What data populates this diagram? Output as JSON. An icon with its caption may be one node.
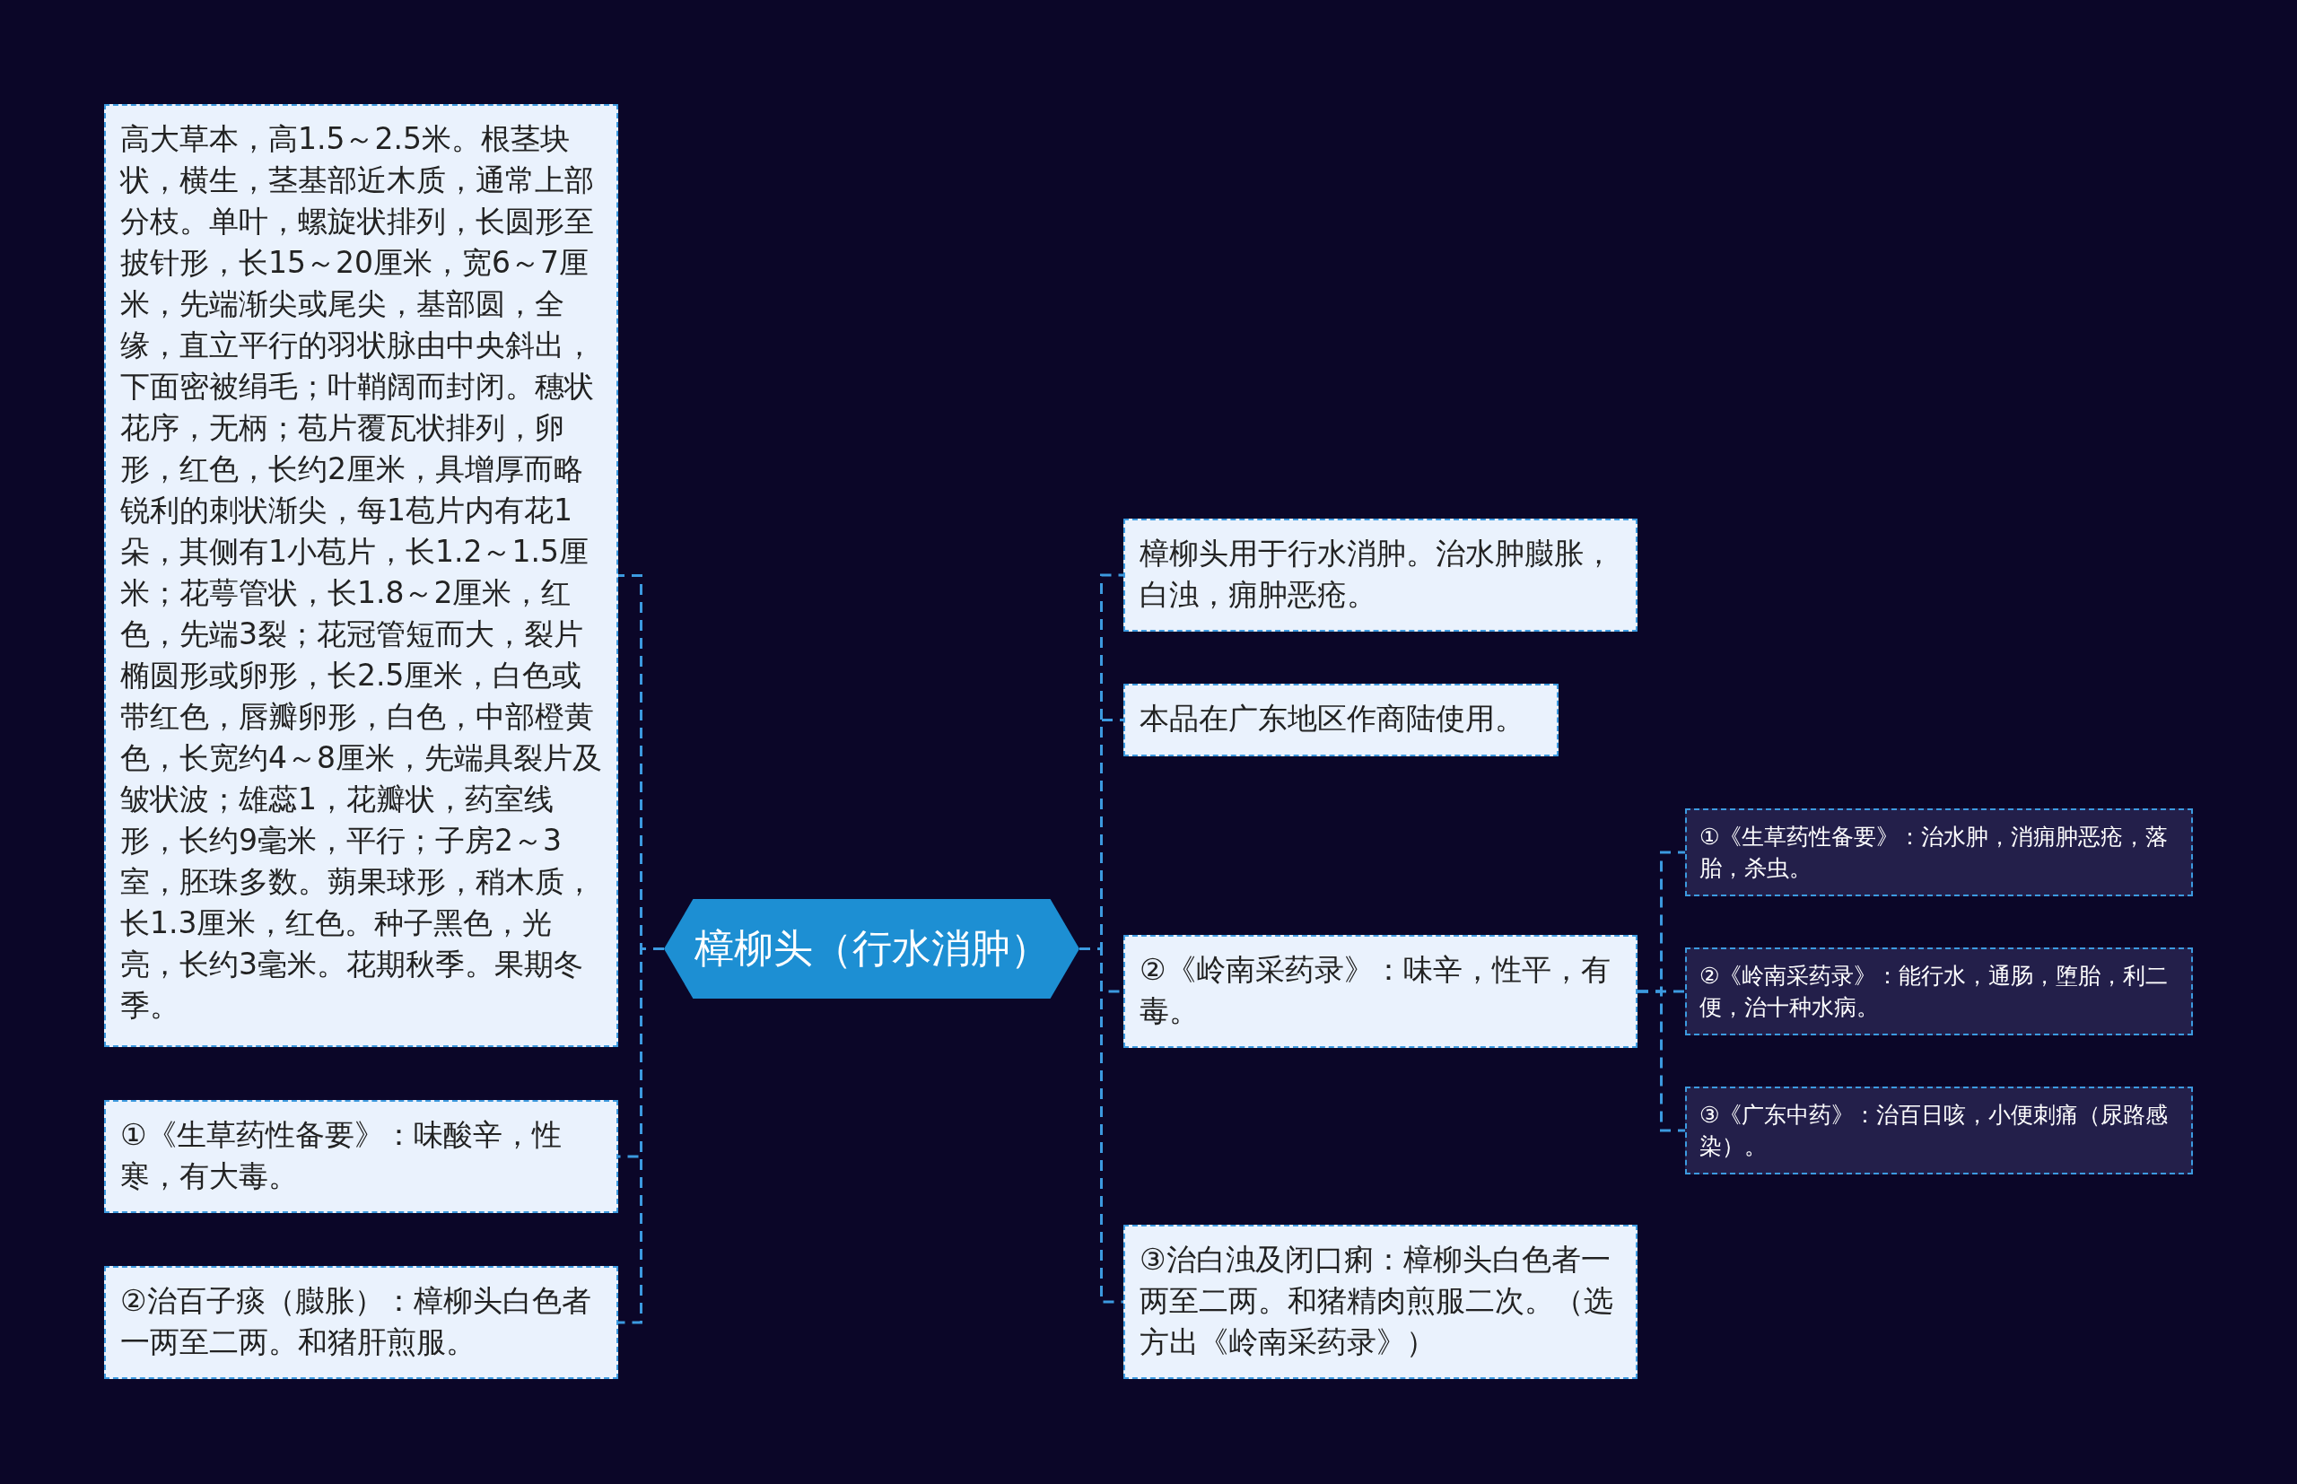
{
  "diagram": {
    "nodes": [
      {
        "text": [
          "樟柳头（行水消肿）"
        ]
      },
      {
        "text": [
          "高大草本，高1.5～2.5米。根茎块状，横生，茎基部近木质，通常上部分枝。单叶，螺旋状排列，长圆形至披针形，长15～20厘米，宽6～7厘米，先端渐尖或尾尖，基部圆，全缘，直立平行的羽状脉由中央斜出，下面密被绢毛；叶鞘阔而封闭。穗状花序，无柄；苞片覆瓦状排列，卵形，红色，长约2厘米，具增厚而略锐利的刺状渐尖，每1苞片内有花1朵，其侧有1小苞片，长1.2～1.5厘米；花萼管状，长1.8～2厘米，红色，先端3裂；花冠管短而大，裂片椭圆形或卵形，长2.5厘米，白色或带红色，唇瓣卵形，白色，中部橙黄色，长宽约4～8厘米，先端具裂片及皱状波；雄蕊1，花瓣状，药室线形，长约9毫米，平行；子房2～3室，胚珠多数。蒴果球形，稍木质，长1.3厘米，红色。种子黑色，光亮，长约3毫米。花期秋季。果期冬季。"
        ]
      },
      {
        "text": [
          "①《生草药性备要》：味酸辛，性寒，有大毒。"
        ]
      },
      {
        "text": [
          "②治百子痰（臌胀）：樟柳头白色者一两至二两。和猪肝煎服。"
        ]
      },
      {
        "text": [
          "樟柳头用于行水消肿。治水肿臌胀，白浊，痈肿恶疮。"
        ]
      },
      {
        "text": [
          "本品在广东地区作商陆使用。"
        ]
      },
      {
        "text": [
          "②《岭南采药录》：味辛，性平，有毒。"
        ]
      },
      {
        "text": [
          "①《生草药性备要》：治水肿，消痈肿恶疮，落胎，杀虫。"
        ]
      },
      {
        "text": [
          "②《岭南采药录》：能行水，通肠，堕胎，利二便，治十种水病。"
        ]
      },
      {
        "text": [
          "③《广东中药》：治百日咳，小便刺痛（尿路感染）。"
        ]
      },
      {
        "text": [
          "③治白浊及闭口痢：樟柳头白色者一两至二两。和猪精肉煎服二次。（选方出《岭南采药录》）"
        ]
      }
    ],
    "edges": [
      {
        "from": 0,
        "to": 1,
        "arrow": "none"
      },
      {
        "from": 0,
        "to": 2,
        "arrow": "none"
      },
      {
        "from": 0,
        "to": 3,
        "arrow": "none"
      },
      {
        "from": 0,
        "to": 4,
        "arrow": "none"
      },
      {
        "from": 0,
        "to": 5,
        "arrow": "none"
      },
      {
        "from": 0,
        "to": 6,
        "arrow": "none"
      },
      {
        "from": 6,
        "to": 7,
        "arrow": "none"
      },
      {
        "from": 6,
        "to": 8,
        "arrow": "none"
      },
      {
        "from": 6,
        "to": 9,
        "arrow": "none"
      },
      {
        "from": 0,
        "to": 10,
        "arrow": "none"
      }
    ]
  }
}
